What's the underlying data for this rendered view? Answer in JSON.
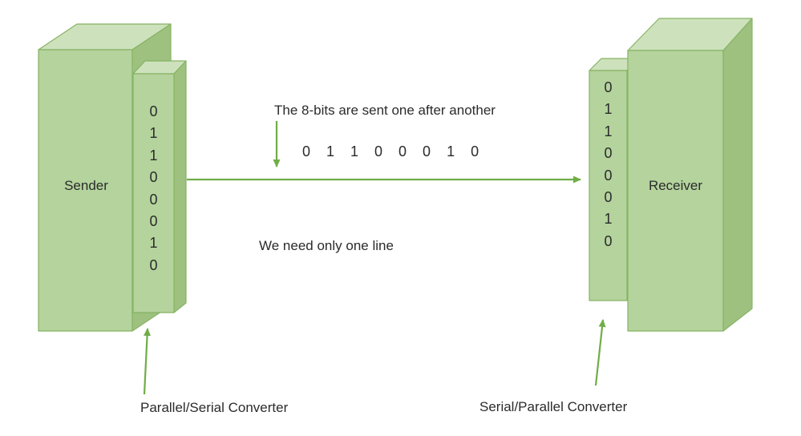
{
  "diagram": {
    "sender": {
      "label": "Sender",
      "bits": [
        "0",
        "1",
        "1",
        "0",
        "0",
        "0",
        "1",
        "0"
      ]
    },
    "receiver": {
      "label": "Receiver",
      "bits": [
        "0",
        "1",
        "1",
        "0",
        "0",
        "0",
        "1",
        "0"
      ]
    },
    "annotations": {
      "top_note": "The 8-bits are sent one after another",
      "serial_bits": "0 1 1 0 0 0 1 0",
      "line_note": "We need only one line",
      "left_converter_label": "Parallel/Serial Converter",
      "right_converter_label": "Serial/Parallel Converter"
    },
    "colors": {
      "face_front": "#b4d39d",
      "face_top": "#cde2bc",
      "face_side": "#9ec17f",
      "edge": "#86b364",
      "arrow": "#70ad47",
      "text": "#2b2b2b"
    }
  }
}
